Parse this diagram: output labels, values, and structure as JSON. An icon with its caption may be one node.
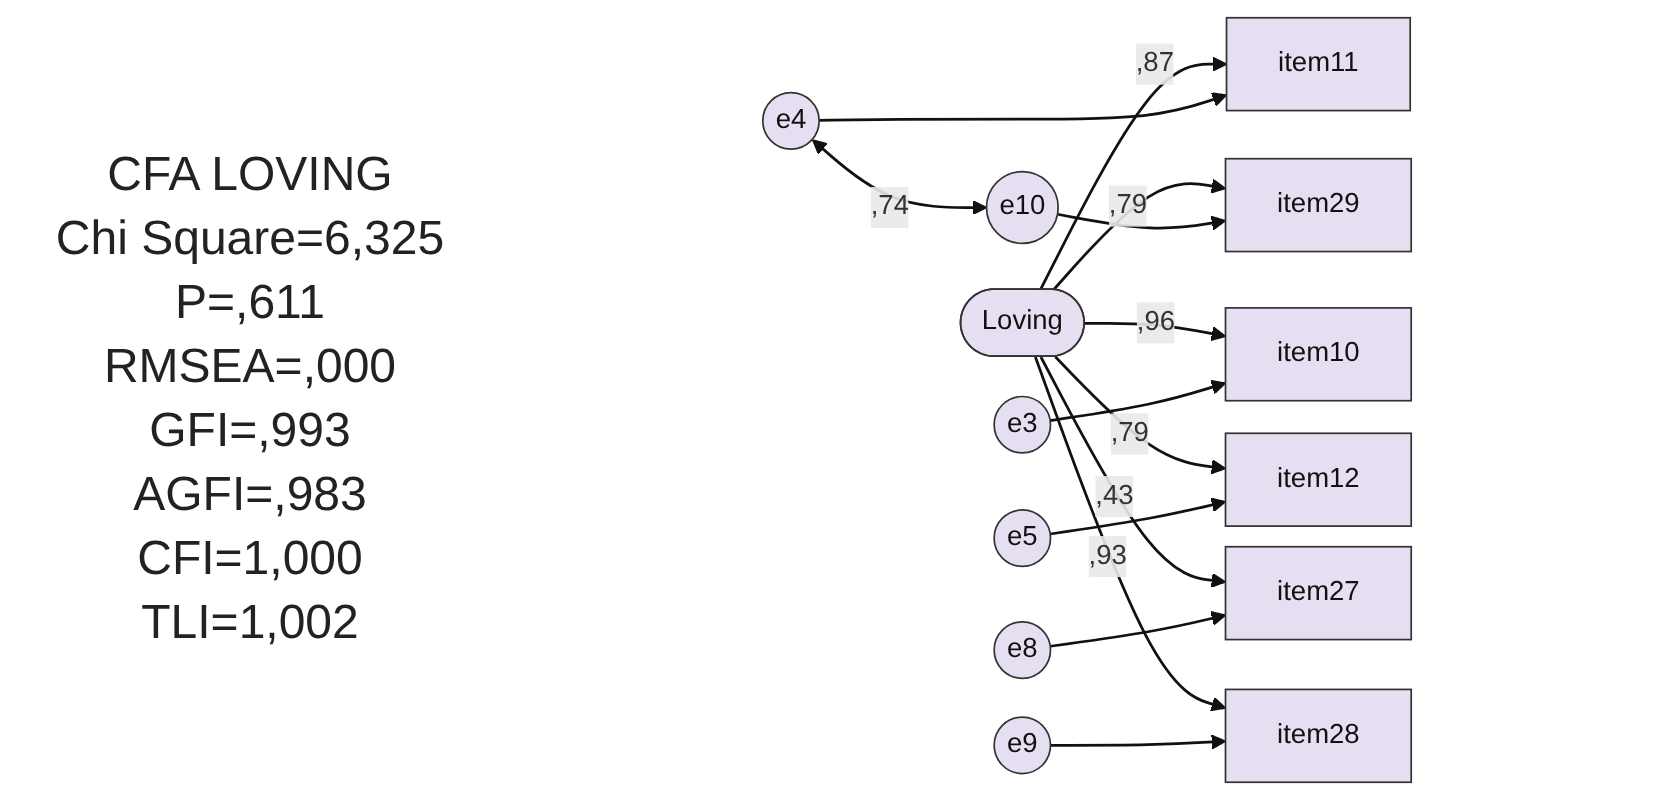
{
  "diagram": {
    "title": "CFA LOVING",
    "nodes": [
      {
        "text": [
          "Loving"
        ]
      },
      {
        "text": [
          "item10"
        ]
      },
      {
        "text": [
          "item11"
        ]
      },
      {
        "text": [
          "item12"
        ]
      },
      {
        "text": [
          "item27"
        ]
      },
      {
        "text": [
          "item28"
        ]
      },
      {
        "text": [
          "item29"
        ]
      },
      {
        "text": [
          "e3"
        ]
      },
      {
        "text": [
          "e4"
        ]
      },
      {
        "text": [
          "e5"
        ]
      },
      {
        "text": [
          "e8"
        ]
      },
      {
        "text": [
          "e9"
        ]
      },
      {
        "text": [
          "e10"
        ]
      }
    ],
    "edges": [
      {
        "from": 0,
        "to": 1,
        "arrow": "to",
        "label": ",96"
      },
      {
        "from": 0,
        "to": 2,
        "arrow": "to",
        "label": ",87"
      },
      {
        "from": 0,
        "to": 3,
        "arrow": "to",
        "label": ",79"
      },
      {
        "from": 0,
        "to": 4,
        "arrow": "to",
        "label": ",43"
      },
      {
        "from": 0,
        "to": 5,
        "arrow": "to",
        "label": ",93"
      },
      {
        "from": 0,
        "to": 6,
        "arrow": "to",
        "label": ",79"
      },
      {
        "from": 7,
        "to": 1,
        "arrow": "to"
      },
      {
        "from": 8,
        "to": 2,
        "arrow": "to"
      },
      {
        "from": 9,
        "to": 3,
        "arrow": "to"
      },
      {
        "from": 10,
        "to": 4,
        "arrow": "to"
      },
      {
        "from": 11,
        "to": 5,
        "arrow": "to"
      },
      {
        "from": 12,
        "to": 6,
        "arrow": "to"
      },
      {
        "from": 8,
        "to": 12,
        "arrow": "both",
        "label": ",74"
      }
    ],
    "labels": [
      "Chi Square=6,325",
      "P=,611",
      "RMSEA=,000",
      "GFI=,993",
      "AGFI=,983",
      "CFI=1,000",
      "TLI=1,002"
    ]
  }
}
